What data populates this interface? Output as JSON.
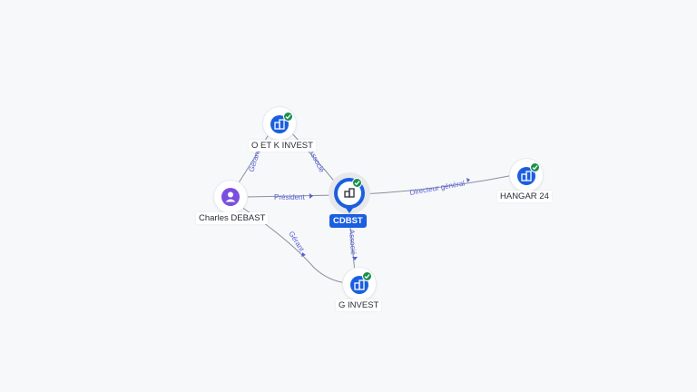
{
  "nodes": {
    "cdbst": {
      "label": "CDBST",
      "type": "company",
      "verified": true,
      "main": true
    },
    "oetk": {
      "label": "O ET K INVEST",
      "type": "company",
      "verified": true
    },
    "charles": {
      "label": "Charles DEBAST",
      "type": "person",
      "verified": false
    },
    "ginvest": {
      "label": "G INVEST",
      "type": "company",
      "verified": true
    },
    "hangar": {
      "label": "HANGAR 24",
      "type": "company",
      "verified": true
    }
  },
  "edges": {
    "president": {
      "label": "Président"
    },
    "directeur": {
      "label": "Directeur général"
    },
    "gerant_top": {
      "label": "Gérant"
    },
    "gerant_bottom": {
      "label": "Gérant"
    },
    "associe_top": {
      "label": "Associé"
    },
    "associe_bottom": {
      "label": "Associé"
    }
  },
  "colors": {
    "company": "#1b5fe0",
    "person": "#7a4fe0",
    "verified": "#1a8f4c",
    "edge_label": "#5560d6"
  },
  "icons": {
    "company": "building-icon",
    "person": "person-icon",
    "verified": "check-badge-icon"
  }
}
